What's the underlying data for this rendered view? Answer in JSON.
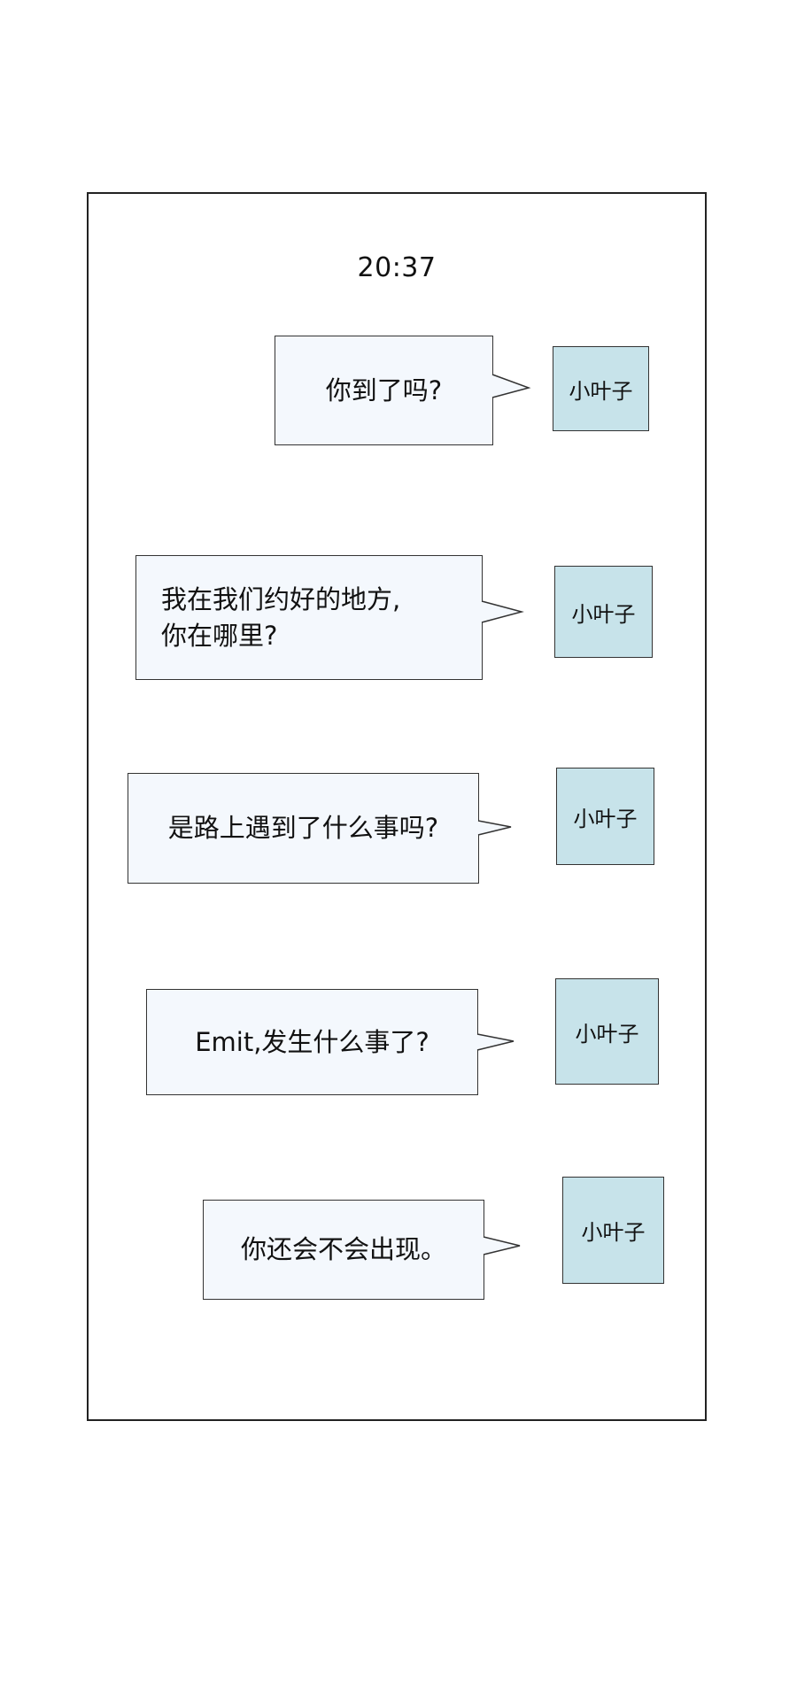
{
  "chat": {
    "timestamp": "20:37",
    "messages": [
      {
        "text": "你到了吗?",
        "sender": "小叶子"
      },
      {
        "text": "我在我们约好的地方,\n你在哪里?",
        "sender": "小叶子"
      },
      {
        "text": "是路上遇到了什么事吗?",
        "sender": "小叶子"
      },
      {
        "text": "Emit,发生什么事了?",
        "sender": "小叶子"
      },
      {
        "text": "你还会不会出现。",
        "sender": "小叶子"
      }
    ]
  },
  "colors": {
    "bubble_fill": "#f4f8fd",
    "avatar_fill": "#c7e3ea",
    "stroke": "#333333"
  }
}
